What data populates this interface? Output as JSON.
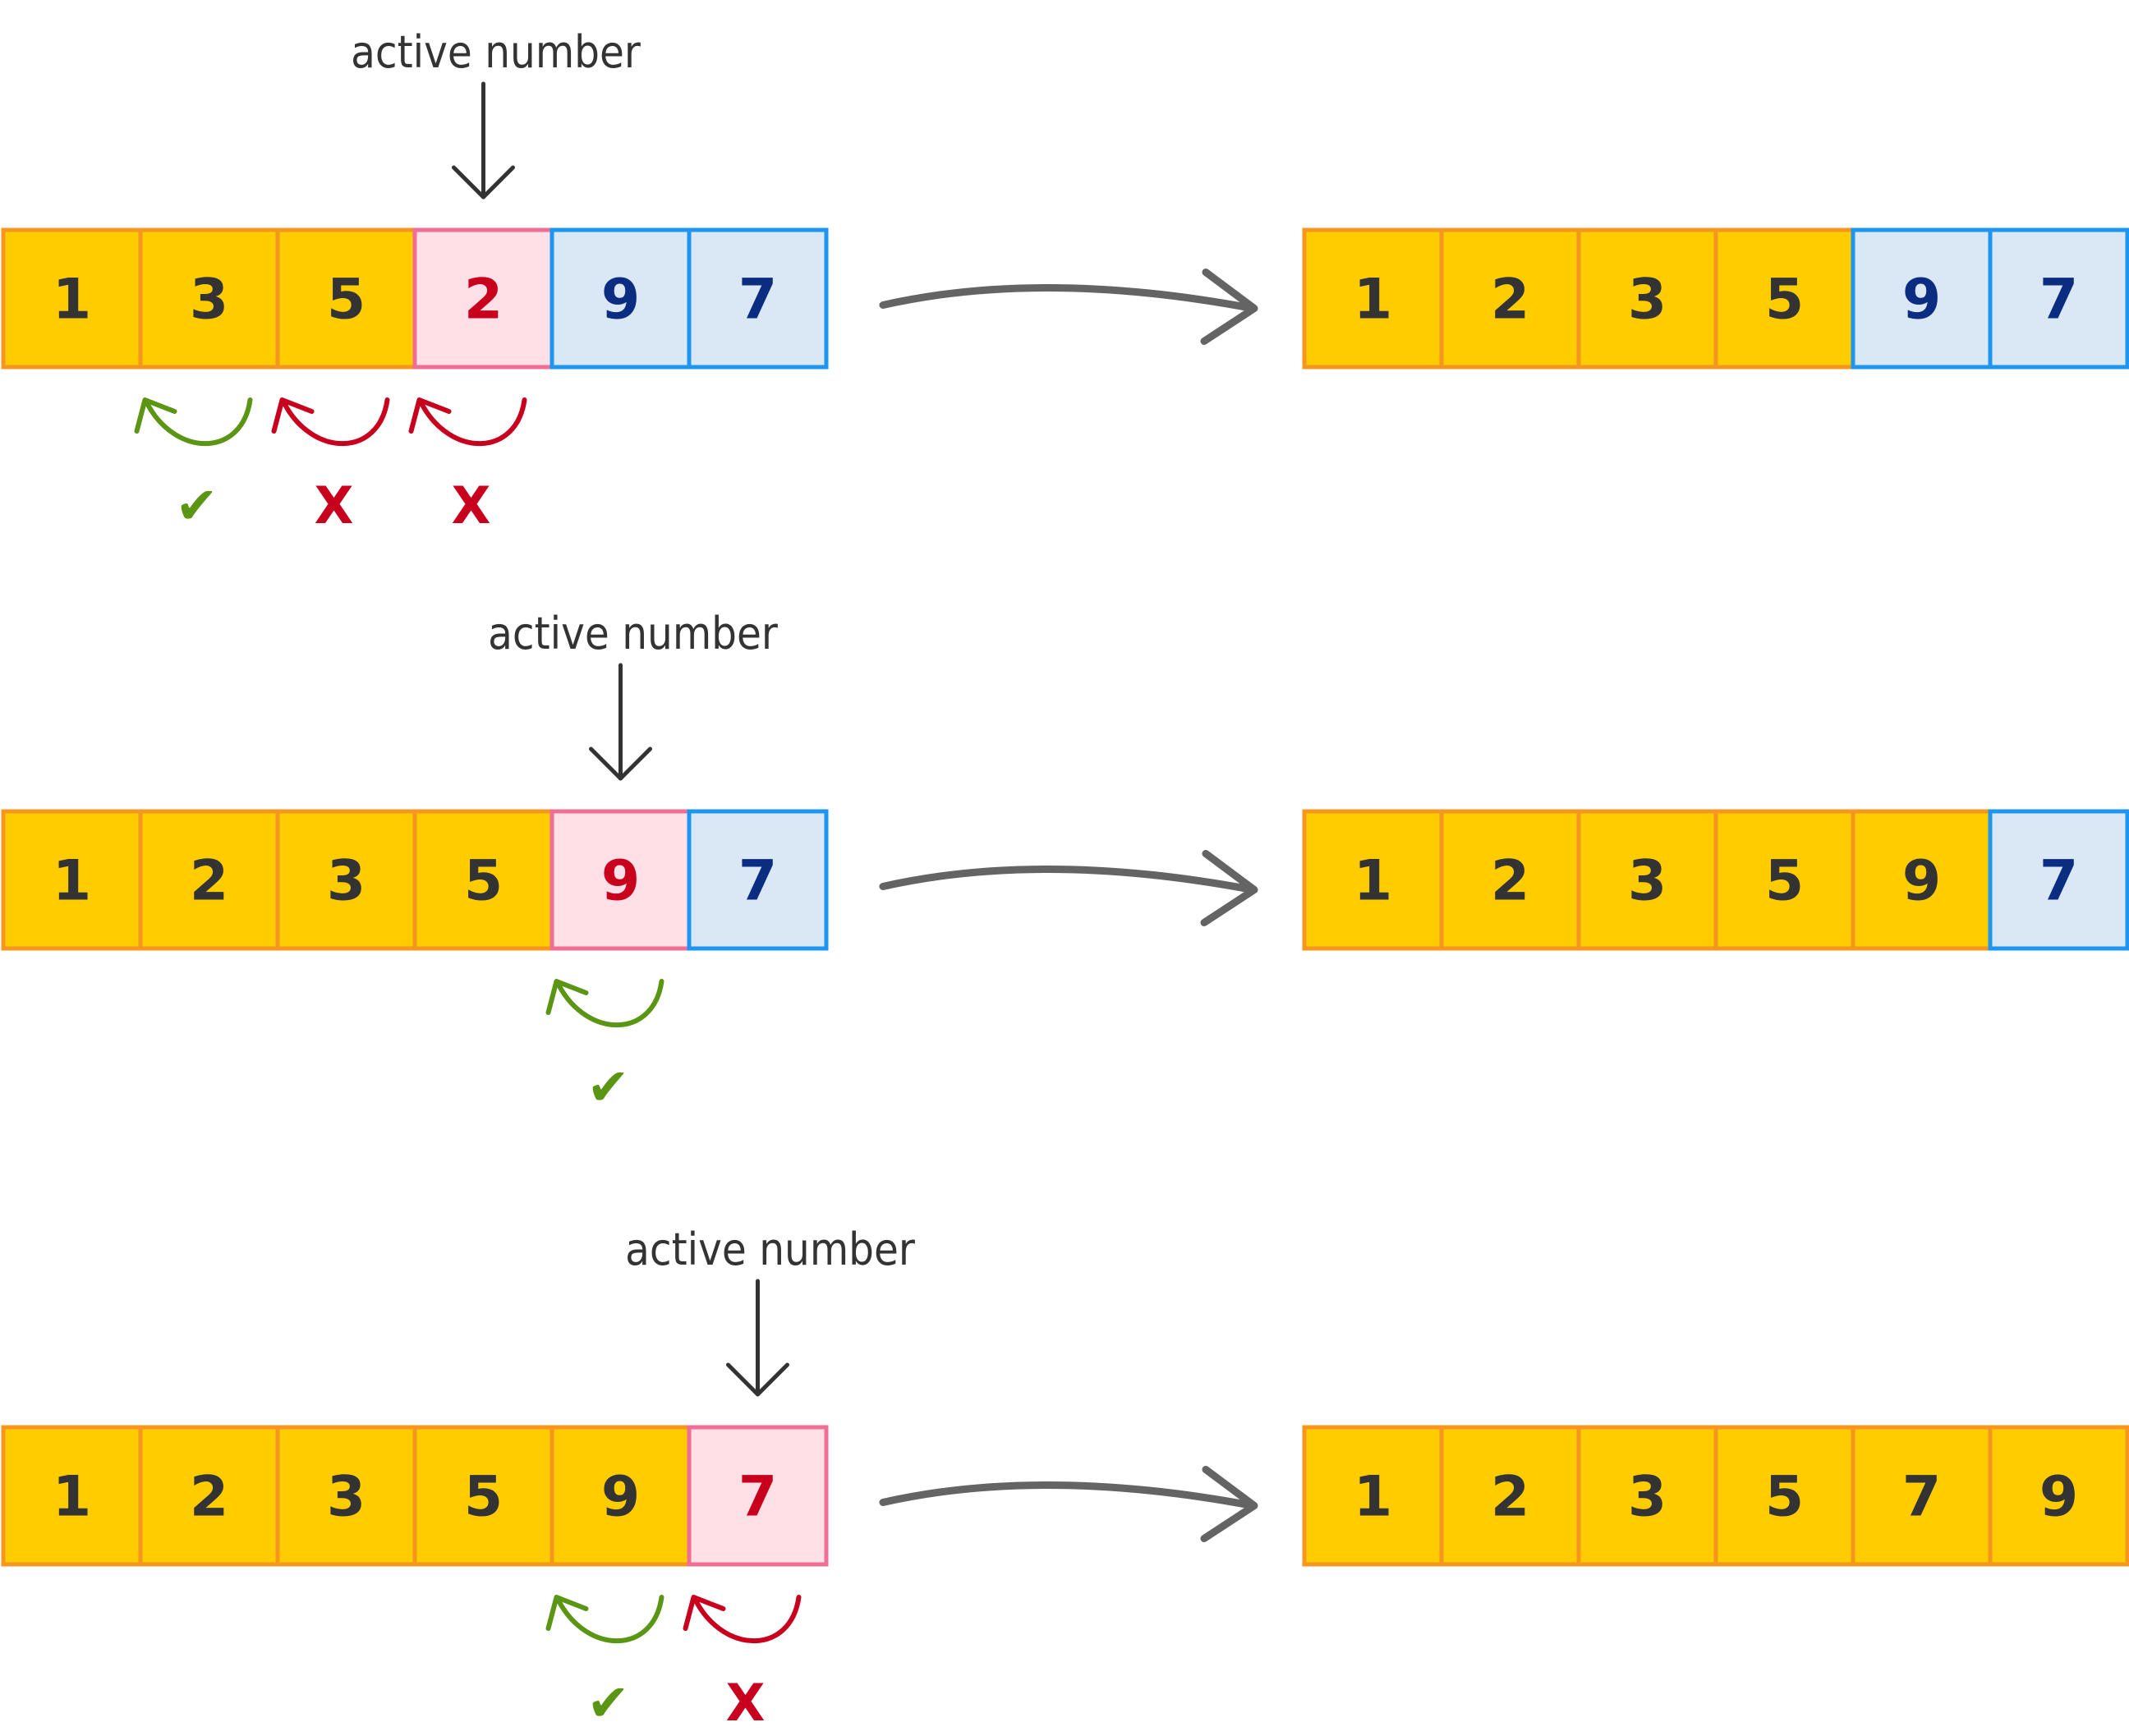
{
  "colors": {
    "sorted_fill": "#FFCC00",
    "sorted_stroke": "#F5961E",
    "active_fill": "#FFE0E6",
    "active_stroke": "#F06E96",
    "unsorted_fill": "#DAE8F5",
    "unsorted_stroke": "#1E96F0",
    "text_dark": "#333333",
    "text_active": "#C8001E",
    "text_unsorted": "#0A2D82",
    "check_green": "#5A9614",
    "cross_red": "#C8001E",
    "arrow_gray": "#646464"
  },
  "icons": {
    "down_arrow": "down-arrow-icon",
    "transform_arrow": "right-arrow-icon",
    "compare_arrow": "curved-arrow-icon",
    "check": "check-icon",
    "cross": "cross-icon"
  },
  "steps": [
    {
      "label": "active number",
      "active_index": 3,
      "before": [
        {
          "value": "1",
          "state": "sorted"
        },
        {
          "value": "3",
          "state": "sorted"
        },
        {
          "value": "5",
          "state": "sorted"
        },
        {
          "value": "2",
          "state": "active"
        },
        {
          "value": "9",
          "state": "unsorted"
        },
        {
          "value": "7",
          "state": "unsorted"
        }
      ],
      "after": [
        {
          "value": "1",
          "state": "sorted"
        },
        {
          "value": "2",
          "state": "sorted"
        },
        {
          "value": "3",
          "state": "sorted"
        },
        {
          "value": "5",
          "state": "sorted"
        },
        {
          "value": "9",
          "state": "unsorted"
        },
        {
          "value": "7",
          "state": "unsorted"
        }
      ],
      "comparisons": [
        {
          "cell": 1,
          "result": "ok",
          "symbol": "✔"
        },
        {
          "cell": 2,
          "result": "fail",
          "symbol": "X"
        },
        {
          "cell": 3,
          "result": "fail",
          "symbol": "X"
        }
      ]
    },
    {
      "label": "active number",
      "active_index": 4,
      "before": [
        {
          "value": "1",
          "state": "sorted"
        },
        {
          "value": "2",
          "state": "sorted"
        },
        {
          "value": "3",
          "state": "sorted"
        },
        {
          "value": "5",
          "state": "sorted"
        },
        {
          "value": "9",
          "state": "active"
        },
        {
          "value": "7",
          "state": "unsorted"
        }
      ],
      "after": [
        {
          "value": "1",
          "state": "sorted"
        },
        {
          "value": "2",
          "state": "sorted"
        },
        {
          "value": "3",
          "state": "sorted"
        },
        {
          "value": "5",
          "state": "sorted"
        },
        {
          "value": "9",
          "state": "sorted"
        },
        {
          "value": "7",
          "state": "unsorted"
        }
      ],
      "comparisons": [
        {
          "cell": 4,
          "result": "ok",
          "symbol": "✔"
        }
      ]
    },
    {
      "label": "active number",
      "active_index": 5,
      "before": [
        {
          "value": "1",
          "state": "sorted"
        },
        {
          "value": "2",
          "state": "sorted"
        },
        {
          "value": "3",
          "state": "sorted"
        },
        {
          "value": "5",
          "state": "sorted"
        },
        {
          "value": "9",
          "state": "sorted"
        },
        {
          "value": "7",
          "state": "active"
        }
      ],
      "after": [
        {
          "value": "1",
          "state": "sorted"
        },
        {
          "value": "2",
          "state": "sorted"
        },
        {
          "value": "3",
          "state": "sorted"
        },
        {
          "value": "5",
          "state": "sorted"
        },
        {
          "value": "7",
          "state": "sorted"
        },
        {
          "value": "9",
          "state": "sorted"
        }
      ],
      "comparisons": [
        {
          "cell": 4,
          "result": "ok",
          "symbol": "✔"
        },
        {
          "cell": 5,
          "result": "fail",
          "symbol": "X"
        }
      ]
    }
  ]
}
